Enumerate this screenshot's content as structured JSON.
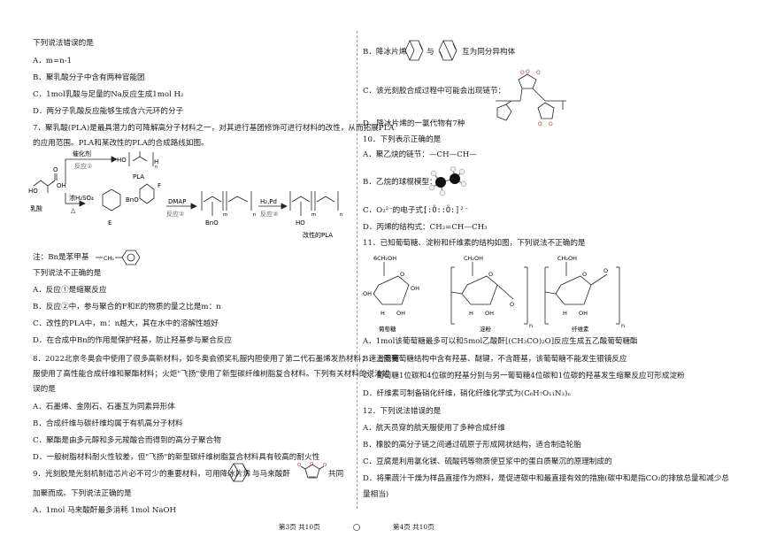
{
  "left": {
    "q6_stem": "下列说法错误的是",
    "q6_options": [
      "A．m=n-1",
      "B．聚乳酸分子中含有两种官能团",
      "C．1mol乳酸与足量的Na反应生成1mol H₂",
      "D．两分子乳酸反应能够生成含六元环的分子"
    ],
    "q7_line1": "7．聚乳酸(PLA)是最具潜力的可降解高分子材料之一，对其进行基团修饰可进行材料的改性，从而拓展PLA",
    "q7_line2": "的应用范围。PLA和某改性的PLA的合成路线如图。",
    "scheme": {
      "catalyst": "催化剂",
      "r1": "反应①",
      "pla": "PLA",
      "lactic": "乳酸",
      "conc": "浓H₂SO₄",
      "delta": "△",
      "e": "E",
      "dmap": "DMAP",
      "r2": "反应②",
      "h2pd": "H₂,Pd",
      "r3": "反应③",
      "modified": "改性的PLA",
      "f": "F",
      "bno": "BnO",
      "m": "m",
      "n": "n"
    },
    "note": "注：Bn是苯甲基",
    "q7_stem": "下列说法不正确的是",
    "q7_options": [
      "A．反应①是缩聚反应",
      "B．反应②中，参与聚合的F和E的物质的量之比是m：n",
      "C．改性的PLA中，m：n越大，其在水中的溶解性越好",
      "D．在合成中Bn的作用是保护羟基，防止羟基参与聚合反应"
    ],
    "q8_line1": "8．2022北京冬奥会中使用了很多高新材料，如冬奥会颁奖礼服内胆使用了第二代石墨烯发热材料；速滑竞赛",
    "q8_line2": "服使用了高性能合成纤维和聚酯材料；火炬\"飞扬\"使用了新型碳纤维树脂复合材料。下列有关材料的说法错",
    "q8_line3": "误的是",
    "q8_options": [
      "A．石墨烯、金刚石、石墨互为同素异形体",
      "B．合成纤维与碳纤维均属于有机高分子材料",
      "C．聚酯是由多元醇和多元羧酸合而得到的高分子聚合物",
      "D．一般树脂材料耐火性较差，但\"飞扬\"的新型碳纤维树脂复合材料具有较高的耐火性"
    ],
    "q9_line1": "9．光刻胶是光刻机制造芯片必不可少的重要材料，可用降冰片烯",
    "q9_mid": "与马来酸酐",
    "q9_end": "共同",
    "q9_line2": "加聚而成。下列说法正确的是",
    "q9_optA": "A．1mol 马来酸酐最多消耗 1mol NaOH",
    "footer": "第3页  共10页"
  },
  "right": {
    "q9_optB_pre": "B．降冰片烯",
    "q9_optB_mid": "与",
    "q9_optB_post": "互为同分异构体",
    "q9_optC": "C．该光刻胶合成过程中可能会出现链节：",
    "q9_optD": "D．降冰片烯的一氯代物有7种",
    "q10_stem": "10．下列表示正确的是",
    "q10_options": [
      "A．聚乙炔的链节：—CH—CH—",
      "B．乙烷的球棍模型：",
      "C．O₂²⁻的电子式：",
      "D．丙烯的结构式：CH₂=CH—CH₃"
    ],
    "q10_eformula": "[:Ö::Ö:]²⁻",
    "q11_stem": "11．已知葡萄糖、淀粉和纤维素的结构如图，下列说法不正确的是",
    "sugars": {
      "glucose": "葡萄糖",
      "starch": "淀粉",
      "cellulose": "纤维素",
      "ch2oh": "CH₂OH",
      "ch2oh6": "6CH₂OH",
      "oh": "OH",
      "h": "H",
      "o": "O",
      "n": "n"
    },
    "q11_options": [
      "A．1mol该葡萄糖最多可以和5mol乙酸酐[(CH₃CO)₂O]反应生成五乙酸葡萄糖酯",
      "B．上图葡萄糖结构中含有羟基、醚键，不含醛基，该葡萄糖不能发生银镜反应",
      "C．葡萄糖1位碳和4位碳的羟基分别与另一葡萄糖4位碳和1位碳的羟基发生缩聚反应可形成淀粉",
      "D．纤维素可制备硝化纤维，硝化纤维化学式为(C₆H₇O₁₁N₃)ₙ"
    ],
    "q12_stem": "12．下列说法错误的是",
    "q12_options": [
      "A．航天员穿的航天服使用了多种合成纤维",
      "B．橡胶的高分子链之间通过硫原子形成网状结构，适合制造轮胎",
      "C．豆腐是利用氯化镁、硫酸钙等物质使豆浆中的蛋白质聚沉的原理制成的",
      "D．将果蔬汁干燥为样品直接作为燃料，是促进碳中和最直接有效的措施(碳中和是指CO₂的排放总量和减少总",
      "量相当)"
    ],
    "footer": "第4页  共10页"
  }
}
